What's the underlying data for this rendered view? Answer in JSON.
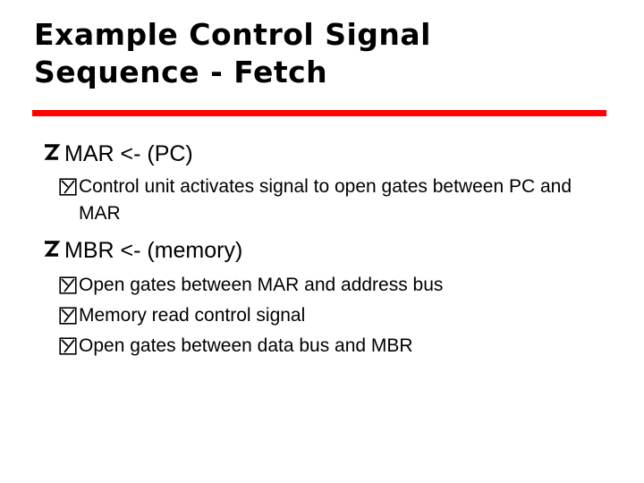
{
  "slide": {
    "title_line1": "Example Control Signal",
    "title_line2": "Sequence - Fetch",
    "accent_color": "#ff0000",
    "bullets": [
      {
        "icon": "z-shaped-bullet-icon",
        "text": "MAR <- (PC)",
        "sub": [
          {
            "icon": "y-shaped-bullet-icon",
            "text": "Control unit activates signal to open gates between PC and MAR"
          }
        ]
      },
      {
        "icon": "z-shaped-bullet-icon",
        "text": "MBR <- (memory)",
        "sub": [
          {
            "icon": "y-shaped-bullet-icon",
            "text": "Open gates between MAR and address bus"
          },
          {
            "icon": "y-shaped-bullet-icon",
            "text": "Memory read control signal"
          },
          {
            "icon": "y-shaped-bullet-icon",
            "text": "Open gates between data bus and MBR"
          }
        ]
      }
    ]
  }
}
